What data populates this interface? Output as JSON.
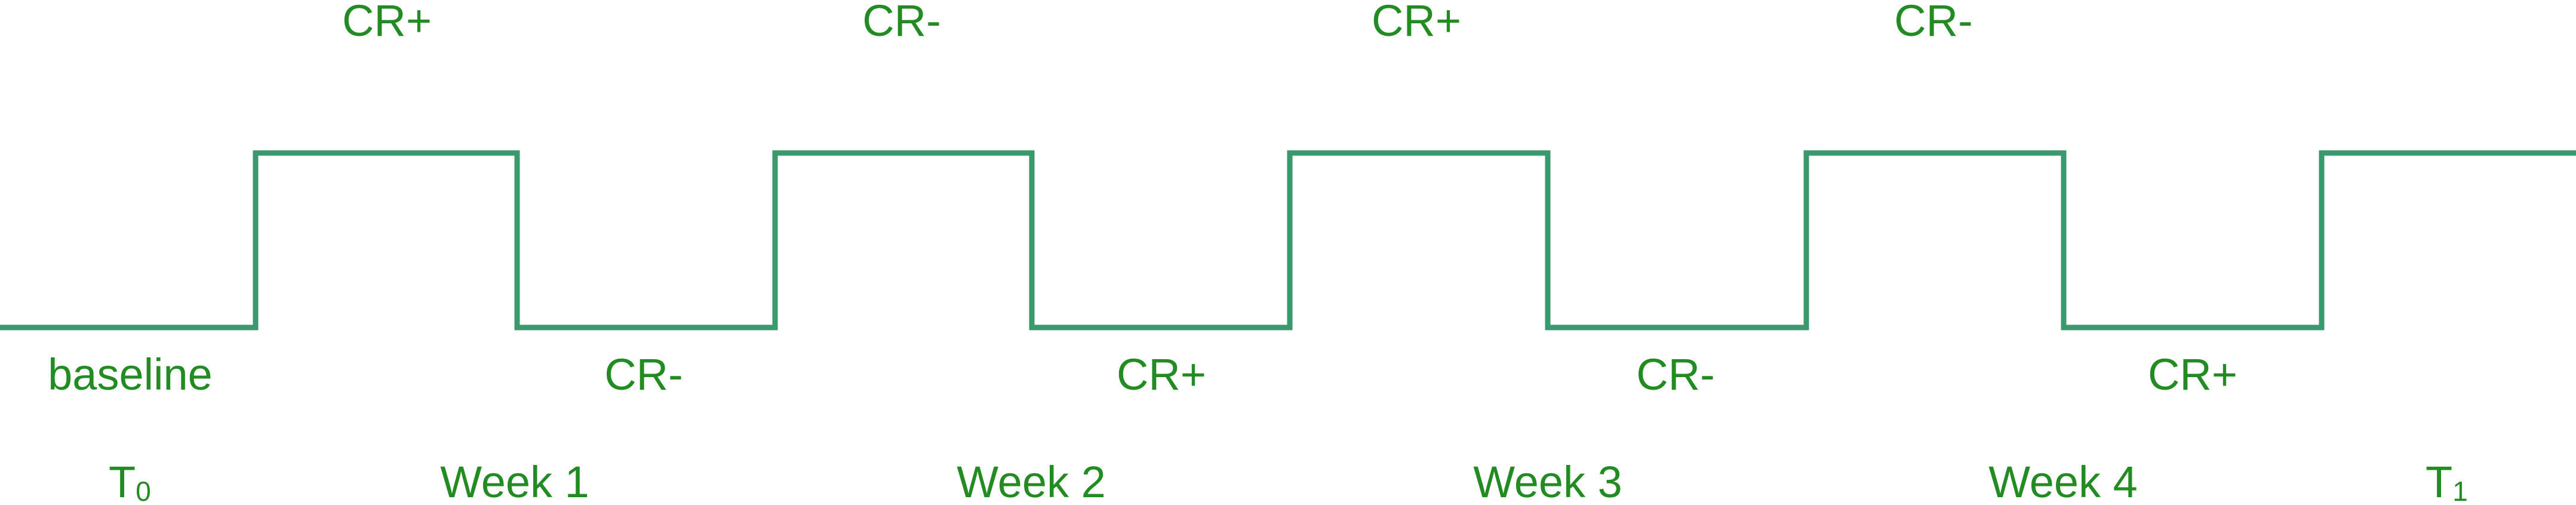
{
  "colors": {
    "line": "#3a9a6e",
    "text": "#228b22",
    "background": "#ffffff"
  },
  "waveform": {
    "segments": [
      "low",
      "high",
      "low",
      "high",
      "low",
      "high",
      "low",
      "high",
      "low",
      "high"
    ]
  },
  "top_labels": [
    "CR+",
    "CR-",
    "CR+",
    "CR-"
  ],
  "bottom_labels": [
    "baseline",
    "CR-",
    "CR+",
    "CR-",
    "CR+"
  ],
  "timeline": {
    "start": {
      "main": "T",
      "sub": "0"
    },
    "weeks": [
      "Week 1",
      "Week 2",
      "Week 3",
      "Week 4"
    ],
    "end": {
      "main": "T",
      "sub": "1"
    }
  }
}
